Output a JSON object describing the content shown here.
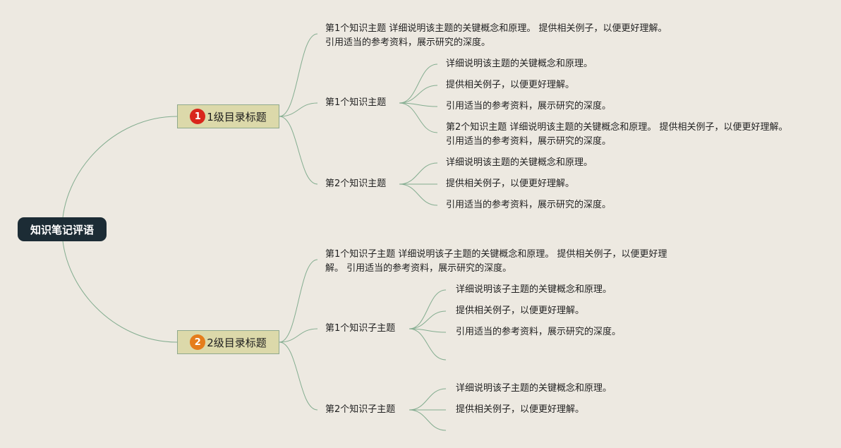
{
  "root": {
    "label": "知识笔记评语"
  },
  "colors": {
    "line": "#84ad90",
    "root_bg": "#1c2c35",
    "main_bg": "#dcd9aa",
    "badge1": "#d9261c",
    "badge2": "#e57d1c",
    "background": "#ede9e1"
  },
  "section1": {
    "badge": "1",
    "title": "1级目录标题",
    "summary": "第1个知识主题 详细说明该主题的关键概念和原理。 提供相关例子，以便更好理解。 引用适当的参考资料，展示研究的深度。",
    "topic1": {
      "label": "第1个知识主题",
      "items": [
        "详细说明该主题的关键概念和原理。",
        "提供相关例子，以便更好理解。",
        "引用适当的参考资料，展示研究的深度。"
      ],
      "extra": "第2个知识主题 详细说明该主题的关键概念和原理。 提供相关例子，以便更好理解。 引用适当的参考资料，展示研究的深度。"
    },
    "topic2": {
      "label": "第2个知识主题",
      "items": [
        "详细说明该主题的关键概念和原理。",
        "提供相关例子，以便更好理解。",
        "引用适当的参考资料，展示研究的深度。"
      ]
    }
  },
  "section2": {
    "badge": "2",
    "title": "2级目录标题",
    "summary": "第1个知识子主题 详细说明该子主题的关键概念和原理。 提供相关例子，以便更好理解。 引用适当的参考资料，展示研究的深度。",
    "topic1": {
      "label": "第1个知识子主题",
      "items": [
        "详细说明该子主题的关键概念和原理。",
        "提供相关例子，以便更好理解。",
        "引用适当的参考资料，展示研究的深度。"
      ]
    },
    "topic2": {
      "label": "第2个知识子主题",
      "items": [
        "详细说明该子主题的关键概念和原理。",
        "提供相关例子，以便更好理解。"
      ]
    }
  }
}
